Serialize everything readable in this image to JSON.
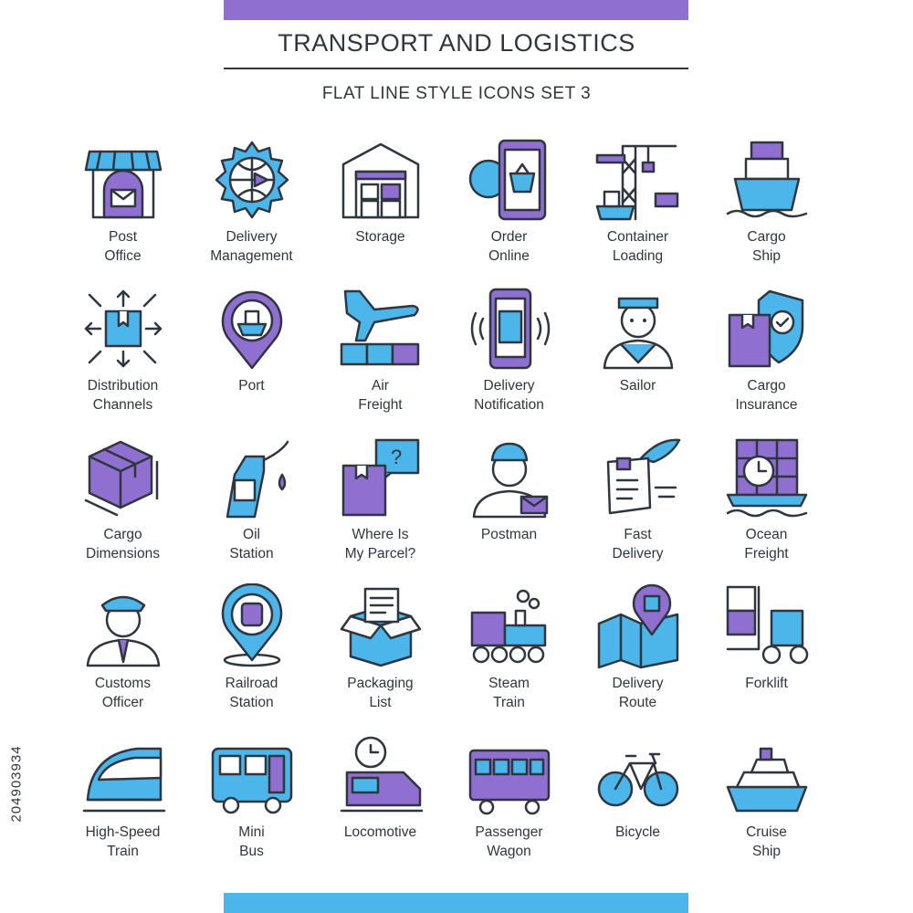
{
  "header": {
    "title": "TRANSPORT AND LOGISTICS",
    "subtitle": "FLAT LINE STYLE ICONS SET 3"
  },
  "stock_id": "204903934",
  "colors": {
    "purple": "#8f6fcf",
    "blue": "#4cb6ea",
    "outline": "#2f3640",
    "fill_light": "#ffffff"
  },
  "icons": [
    {
      "icon": "post-office-icon",
      "line1": "Post",
      "line2": "Office"
    },
    {
      "icon": "delivery-management-icon",
      "line1": "Delivery",
      "line2": "Management"
    },
    {
      "icon": "storage-icon",
      "line1": "Storage",
      "line2": ""
    },
    {
      "icon": "order-online-icon",
      "line1": "Order",
      "line2": "Online"
    },
    {
      "icon": "container-loading-icon",
      "line1": "Container",
      "line2": "Loading"
    },
    {
      "icon": "cargo-ship-icon",
      "line1": "Cargo",
      "line2": "Ship"
    },
    {
      "icon": "distribution-channels-icon",
      "line1": "Distribution",
      "line2": "Channels"
    },
    {
      "icon": "port-icon",
      "line1": "Port",
      "line2": ""
    },
    {
      "icon": "air-freight-icon",
      "line1": "Air",
      "line2": "Freight"
    },
    {
      "icon": "delivery-notification-icon",
      "line1": "Delivery",
      "line2": "Notification"
    },
    {
      "icon": "sailor-icon",
      "line1": "Sailor",
      "line2": ""
    },
    {
      "icon": "cargo-insurance-icon",
      "line1": "Cargo",
      "line2": "Insurance"
    },
    {
      "icon": "cargo-dimensions-icon",
      "line1": "Cargo",
      "line2": "Dimensions"
    },
    {
      "icon": "oil-station-icon",
      "line1": "Oil",
      "line2": "Station"
    },
    {
      "icon": "where-is-my-parcel-icon",
      "line1": "Where Is",
      "line2": "My Parcel?"
    },
    {
      "icon": "postman-icon",
      "line1": "Postman",
      "line2": ""
    },
    {
      "icon": "fast-delivery-icon",
      "line1": "Fast",
      "line2": "Delivery"
    },
    {
      "icon": "ocean-freight-icon",
      "line1": "Ocean",
      "line2": "Freight"
    },
    {
      "icon": "customs-officer-icon",
      "line1": "Customs",
      "line2": "Officer"
    },
    {
      "icon": "railroad-station-icon",
      "line1": "Railroad",
      "line2": "Station"
    },
    {
      "icon": "packaging-list-icon",
      "line1": "Packaging",
      "line2": "List"
    },
    {
      "icon": "steam-train-icon",
      "line1": "Steam",
      "line2": "Train"
    },
    {
      "icon": "delivery-route-icon",
      "line1": "Delivery",
      "line2": "Route"
    },
    {
      "icon": "forklift-icon",
      "line1": "Forklift",
      "line2": ""
    },
    {
      "icon": "high-speed-train-icon",
      "line1": "High-Speed",
      "line2": "Train"
    },
    {
      "icon": "mini-bus-icon",
      "line1": "Mini",
      "line2": "Bus"
    },
    {
      "icon": "locomotive-icon",
      "line1": "Locomotive",
      "line2": ""
    },
    {
      "icon": "passenger-wagon-icon",
      "line1": "Passenger",
      "line2": "Wagon"
    },
    {
      "icon": "bicycle-icon",
      "line1": "Bicycle",
      "line2": ""
    },
    {
      "icon": "cruise-ship-icon",
      "line1": "Cruise",
      "line2": "Ship"
    }
  ]
}
